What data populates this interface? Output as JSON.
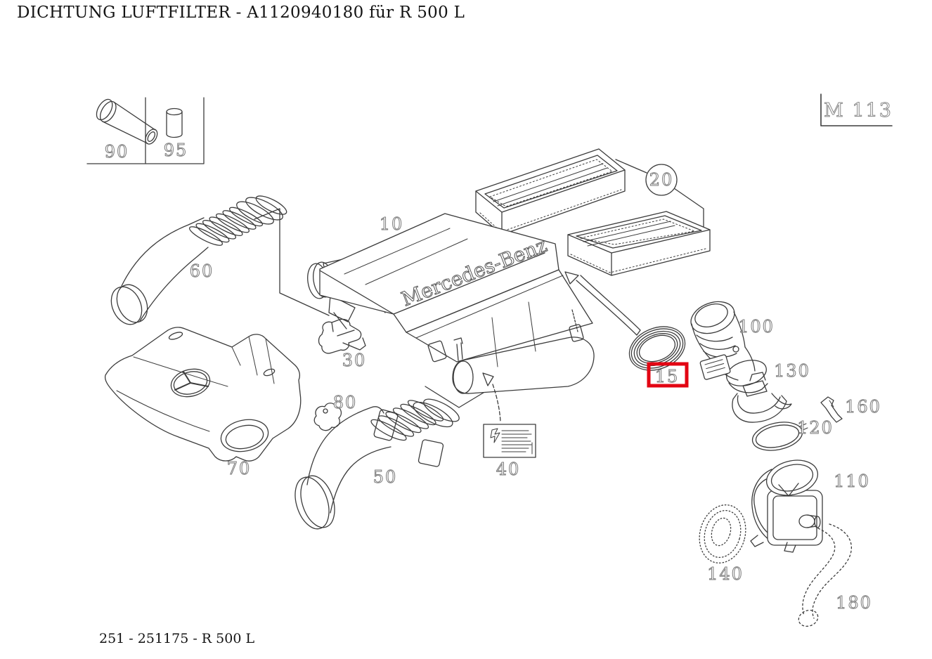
{
  "page": {
    "title": "DICHTUNG LUFTFILTER - A1120940180 für R 500 L",
    "footer": "251 - 251175 - R 500 L",
    "engine_code": "M 113",
    "brand_lettering": "Mercedes-Benz",
    "highlighted_callout": "15"
  },
  "colors": {
    "line": "#3c3c3c",
    "label_outline": "#7a7a7a",
    "highlight": "#e30613",
    "background": "#ffffff",
    "text": "#141414"
  },
  "callouts": [
    {
      "label": "90"
    },
    {
      "label": "95"
    },
    {
      "label": "10"
    },
    {
      "label": "20",
      "circled": true
    },
    {
      "label": "30"
    },
    {
      "label": "40"
    },
    {
      "label": "50"
    },
    {
      "label": "60"
    },
    {
      "label": "70"
    },
    {
      "label": "80"
    },
    {
      "label": "15",
      "highlighted": true
    },
    {
      "label": "100"
    },
    {
      "label": "110"
    },
    {
      "label": "120"
    },
    {
      "label": "130"
    },
    {
      "label": "140"
    },
    {
      "label": "160"
    },
    {
      "label": "180"
    }
  ]
}
